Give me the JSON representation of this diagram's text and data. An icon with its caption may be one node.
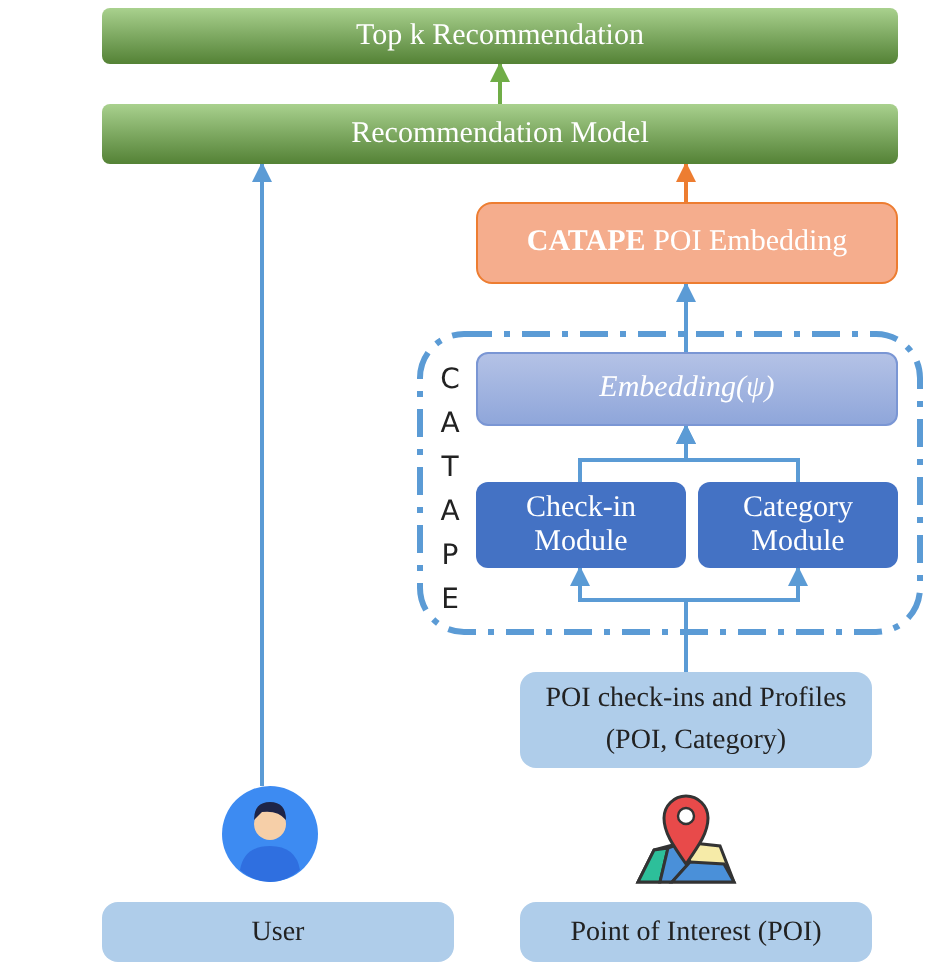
{
  "diagram": {
    "nodes": [
      {
        "text": [
          "Top k Recommendation"
        ]
      },
      {
        "text": [
          "Recommendation Model"
        ]
      },
      {
        "text": [
          "**CATAPE** POI Embedding"
        ]
      },
      {
        "text": [
          "CATAPE"
        ]
      },
      {
        "text": [
          "Embedding(ψ)"
        ],
        "in": 3
      },
      {
        "text": [
          "Check-in Module"
        ],
        "in": 3
      },
      {
        "text": [
          "Category Module"
        ],
        "in": 3
      },
      {
        "text": [
          "POI check-ins and Profiles (POI, Category)"
        ]
      },
      {
        "text": [],
        "shape": "person"
      },
      {
        "text": [
          "User"
        ]
      },
      {
        "text": [
          "Point of Interest (POI)"
        ]
      }
    ],
    "edges": [
      {
        "from": 1,
        "to": 0,
        "arrow": "to",
        "color": "#70ad47"
      },
      {
        "from": 2,
        "to": 1,
        "arrow": "to",
        "color": "#ed7d31"
      },
      {
        "from": 8,
        "to": 1,
        "arrow": "to"
      },
      {
        "from": 4,
        "to": 2,
        "arrow": "to"
      },
      {
        "from": 5,
        "to": 4,
        "arrow": "to"
      },
      {
        "from": 6,
        "to": 4,
        "arrow": "to"
      },
      {
        "from": 7,
        "to": 5,
        "arrow": "to"
      },
      {
        "from": 7,
        "to": 6,
        "arrow": "to"
      }
    ]
  }
}
